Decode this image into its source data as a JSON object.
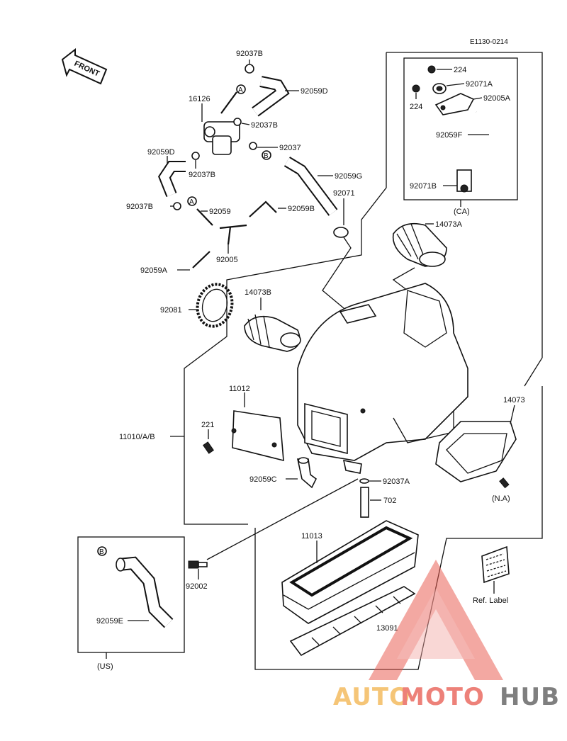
{
  "diagram_code": "E1130-0214",
  "front_arrow": "FRONT",
  "labels": {
    "p92037B_top": "92037B",
    "p16126": "16126",
    "p92059D_top": "92059D",
    "p92037B_mid": "92037B",
    "p92037": "92037",
    "p92059D_left": "92059D",
    "p92037B_lower": "92037B",
    "p92059G": "92059G",
    "p92037B_left": "92037B",
    "p92059": "92059",
    "p92059B": "92059B",
    "p92071": "92071",
    "p92005": "92005",
    "p92059A": "92059A",
    "p92081": "92081",
    "p14073B": "14073B",
    "p14073A": "14073A",
    "p11012": "11012",
    "p11010": "11010/A/B",
    "p221": "221",
    "p92059C": "92059C",
    "p92037A": "92037A",
    "p702": "702",
    "p14073": "14073",
    "pNA": "(N.A)",
    "p11013": "11013",
    "p92002": "92002",
    "p13091": "13091",
    "p92059E": "92059E",
    "pUS": "(US)",
    "refLabel": "Ref. Label",
    "ca_224_top": "224",
    "ca_224_left": "224",
    "ca_92071A": "92071A",
    "ca_92005A": "92005A",
    "ca_92059F": "92059F",
    "ca_92071B": "92071B",
    "ca_title": "(CA)"
  },
  "markers": {
    "A1": "A",
    "A2": "A",
    "B1": "B",
    "B2": "B"
  },
  "watermark": {
    "part1": "AUTO",
    "part2": "MOTO",
    "part3": "HUB",
    "color1": "#f2b24a",
    "color2": "#e8584d",
    "color3": "#555555"
  }
}
